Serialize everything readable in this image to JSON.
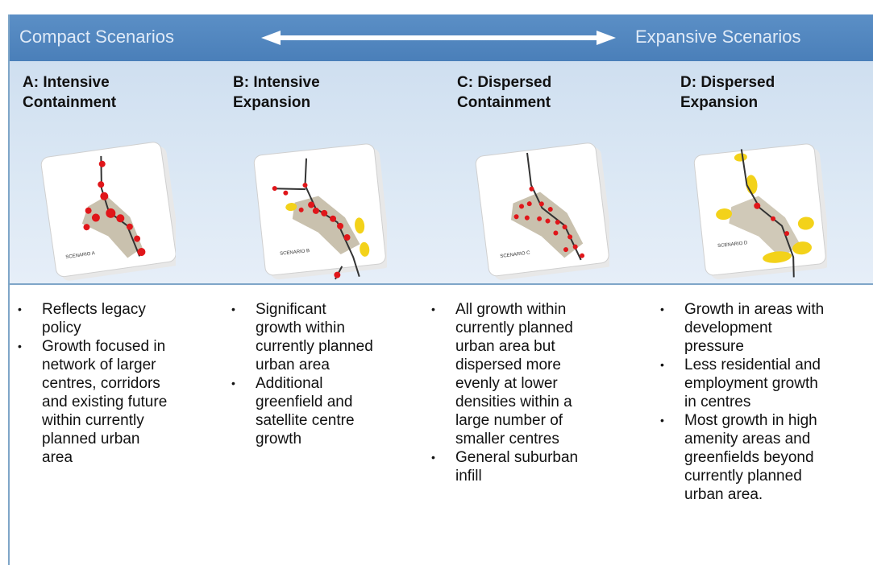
{
  "header": {
    "left_label": "Compact Scenarios",
    "right_label": "Expansive Scenarios"
  },
  "scenarios": [
    {
      "title_line1": "A:  Intensive",
      "title_line2": "Containment",
      "map_label": "SCENARIO A",
      "bullets": [
        [
          "Reflects legacy",
          "policy"
        ],
        [
          "Growth focused in",
          "network of larger",
          "centres, corridors",
          "and existing future",
          "within currently",
          "planned urban",
          "area"
        ]
      ]
    },
    {
      "title_line1": "B: Intensive",
      "title_line2": "Expansion",
      "map_label": "SCENARIO B",
      "bullets": [
        [
          "Significant",
          "growth within",
          "currently planned",
          "urban area"
        ],
        [
          "Additional",
          "greenfield and",
          "satellite centre",
          "growth"
        ]
      ]
    },
    {
      "title_line1": "C: Dispersed",
      "title_line2": "Containment",
      "map_label": "SCENARIO C",
      "bullets": [
        [
          "All growth within",
          "currently planned",
          "urban area but",
          "dispersed more",
          "evenly at lower",
          "densities within a",
          "large number of",
          "smaller centres"
        ],
        [
          "General suburban",
          "infill"
        ]
      ]
    },
    {
      "title_line1": "D: Dispersed",
      "title_line2": "Expansion",
      "map_label": "SCENARIO D",
      "bullets": [
        [
          "Growth in areas with",
          "development",
          "pressure"
        ],
        [
          "Less residential and",
          "employment growth",
          "in centres"
        ],
        [
          "Most growth in high",
          "amenity areas and",
          "greenfields beyond",
          "currently planned",
          "urban area."
        ]
      ]
    }
  ]
}
